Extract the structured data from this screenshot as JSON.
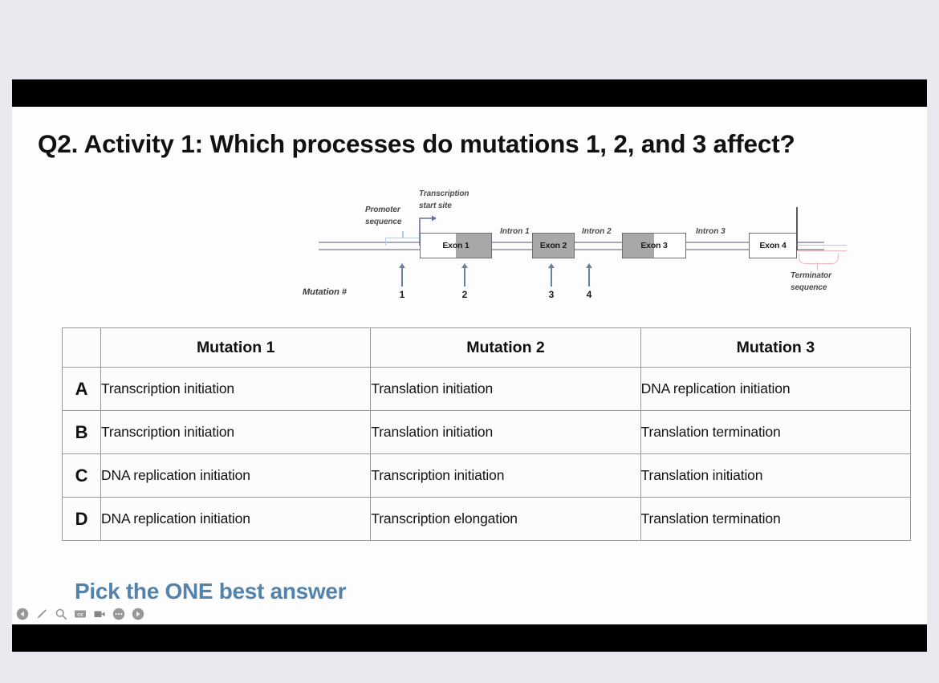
{
  "slide": {
    "title": "Q2. Activity 1: Which processes do mutations 1, 2, and 3 affect?",
    "footer_prompt": "Pick the ONE best answer",
    "footer_color": "#5283ad"
  },
  "diagram": {
    "promoter_label_line1": "Promoter",
    "promoter_label_line2": "sequence",
    "tss_label_line1": "Transcription",
    "tss_label_line2": "start site",
    "terminator_label_line1": "Terminator",
    "terminator_label_line2": "sequence",
    "mutation_axis_label": "Mutation #",
    "exons": [
      {
        "label": "Exon 1"
      },
      {
        "label": "Exon 2"
      },
      {
        "label": "Exon 3"
      },
      {
        "label": "Exon 4"
      }
    ],
    "introns": [
      {
        "label": "Intron 1"
      },
      {
        "label": "Intron 2"
      },
      {
        "label": "Intron 3"
      }
    ],
    "mutation_numbers": [
      "1",
      "2",
      "3",
      "4"
    ]
  },
  "table": {
    "corner_header": "",
    "headers": [
      "Mutation 1",
      "Mutation 2",
      "Mutation 3"
    ],
    "rows": [
      {
        "letter": "A",
        "cells": [
          "Transcription initiation",
          "Translation initiation",
          "DNA replication initiation"
        ]
      },
      {
        "letter": "B",
        "cells": [
          "Transcription initiation",
          "Translation initiation",
          "Translation termination"
        ]
      },
      {
        "letter": "C",
        "cells": [
          "DNA replication initiation",
          "Transcription initiation",
          "Translation initiation"
        ]
      },
      {
        "letter": "D",
        "cells": [
          "DNA replication initiation",
          "Transcription elongation",
          "Translation termination"
        ]
      }
    ]
  },
  "controls": {
    "items": [
      {
        "name": "previous-slide-icon"
      },
      {
        "name": "pen-icon"
      },
      {
        "name": "zoom-icon"
      },
      {
        "name": "closed-captions-icon"
      },
      {
        "name": "video-icon"
      },
      {
        "name": "more-options-icon"
      },
      {
        "name": "next-slide-icon"
      }
    ]
  }
}
